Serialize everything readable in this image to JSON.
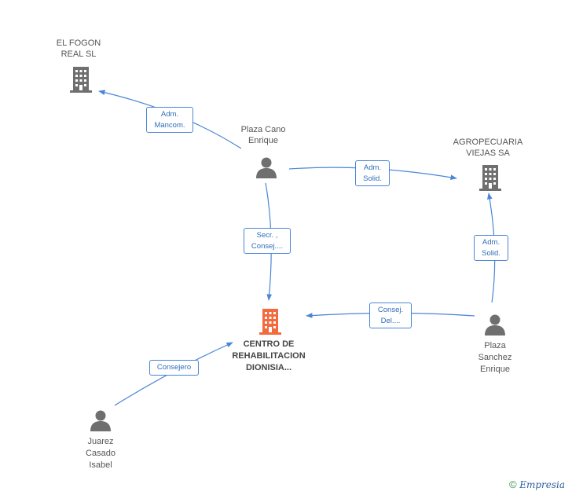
{
  "nodes": {
    "el_fogon": {
      "line1": "EL FOGON",
      "line2": "REAL SL"
    },
    "agropecuaria": {
      "line1": "AGROPECUARIA",
      "line2": "VIEJAS SA"
    },
    "plaza_cano": {
      "line1": "Plaza Cano",
      "line2": "Enrique"
    },
    "centro": {
      "line1": "CENTRO DE",
      "line2": "REHABILITACION",
      "line3": "DIONISIA..."
    },
    "plaza_sanchez": {
      "line1": "Plaza",
      "line2": "Sanchez",
      "line3": "Enrique"
    },
    "juarez": {
      "line1": "Juarez",
      "line2": "Casado",
      "line3": "Isabel"
    }
  },
  "edges": {
    "adm_mancom": {
      "line1": "Adm.",
      "line2": "Mancom."
    },
    "adm_solid_1": {
      "line1": "Adm.",
      "line2": "Solid."
    },
    "secr_consej": {
      "line1": "Secr. ,",
      "line2": "Consej...."
    },
    "adm_solid_2": {
      "line1": "Adm.",
      "line2": "Solid."
    },
    "consej_del": {
      "line1": "Consej.",
      "line2": "Del...."
    },
    "consejero": {
      "line1": "Consejero"
    }
  },
  "footer": {
    "copyright": "©",
    "brand": "Empresia"
  },
  "colors": {
    "edge": "#4a86d6",
    "company": "#6f6f6f",
    "main_company": "#f26a3d",
    "person": "#6f6f6f"
  },
  "icons": {
    "company": "building-icon",
    "person": "person-icon"
  }
}
